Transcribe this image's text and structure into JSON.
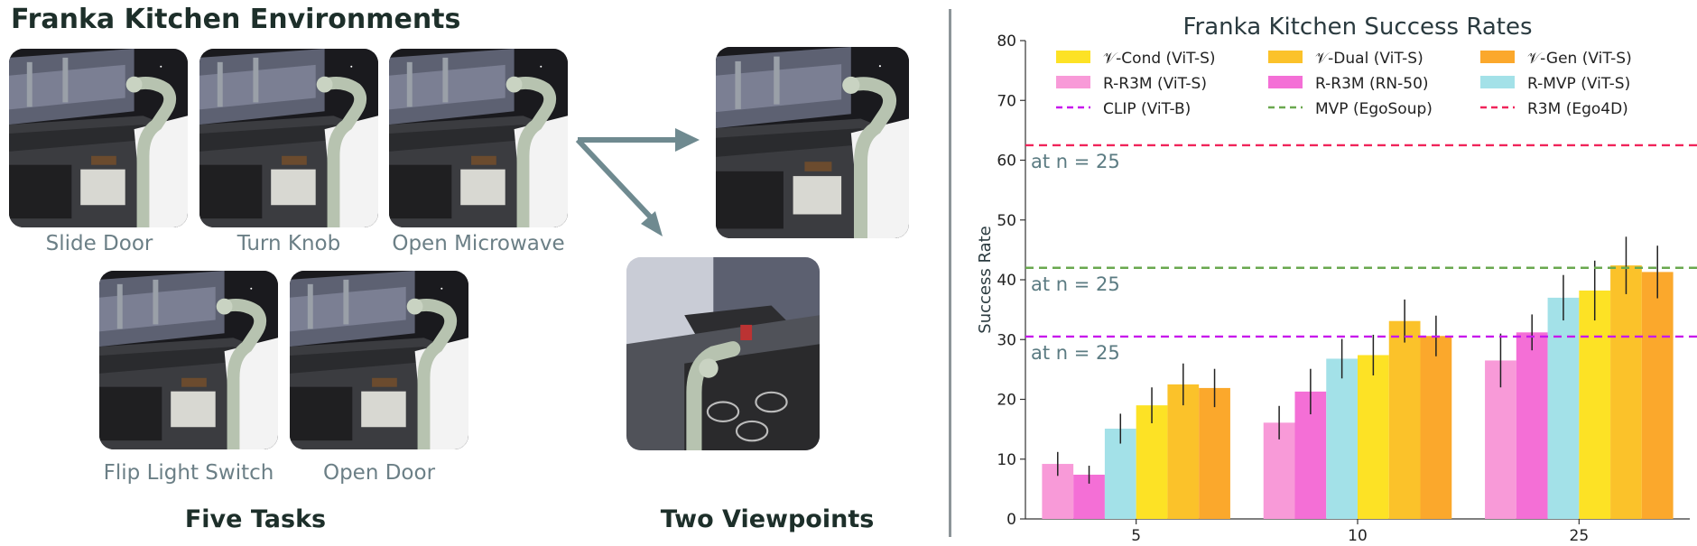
{
  "left_panel": {
    "title": "Franka Kitchen Environments",
    "tasks": [
      "Slide Door",
      "Turn Knob",
      "Open Microwave",
      "Flip Light Switch",
      "Open Door"
    ],
    "five_tasks_label": "Five Tasks",
    "two_viewpoints_label": "Two Viewpoints",
    "arrow_color": "#6f8a90",
    "label_color": "#6b7f86"
  },
  "chart_data": {
    "type": "bar",
    "title": "Franka Kitchen Success Rates",
    "xlabel": "",
    "ylabel": "Success Rate",
    "ylim": [
      0,
      80
    ],
    "yticks": [
      0,
      10,
      20,
      30,
      40,
      50,
      60,
      70,
      80
    ],
    "categories": [
      "5",
      "10",
      "25"
    ],
    "series": [
      {
        "name": "R-R3M (ViT-S)",
        "color": "#f89ad8",
        "values": [
          9.2,
          16.1,
          26.5
        ],
        "errors": [
          2.0,
          2.8,
          4.5
        ]
      },
      {
        "name": "R-R3M (RN-50)",
        "color": "#f46fd6",
        "values": [
          7.4,
          21.3,
          31.2
        ],
        "errors": [
          1.5,
          3.8,
          3.0
        ]
      },
      {
        "name": "R-MVP (ViT-S)",
        "color": "#a3e1e8",
        "values": [
          15.1,
          26.8,
          37.0
        ],
        "errors": [
          2.5,
          3.3,
          3.8
        ]
      },
      {
        "name": "𝒱-Cond (ViT-S)",
        "color": "#fde225",
        "values": [
          19.0,
          27.4,
          38.2
        ],
        "errors": [
          3.0,
          3.4,
          5.0
        ]
      },
      {
        "name": "𝒱-Dual (ViT-S)",
        "color": "#fbc22a",
        "values": [
          22.5,
          33.1,
          42.4
        ],
        "errors": [
          3.5,
          3.6,
          4.8
        ]
      },
      {
        "name": "𝒱-Gen (ViT-S)",
        "color": "#fba82c",
        "values": [
          21.9,
          30.6,
          41.3
        ],
        "errors": [
          3.2,
          3.4,
          4.4
        ]
      }
    ],
    "reference_lines": [
      {
        "name": "CLIP (ViT-B)",
        "color": "#c718ec",
        "value": 30.5,
        "annotation": "at n = 25"
      },
      {
        "name": "MVP (EgoSoup)",
        "color": "#6aa84f",
        "value": 42.0,
        "annotation": "at n = 25"
      },
      {
        "name": "R3M (Ego4D)",
        "color": "#f0245a",
        "value": 62.5,
        "annotation": "at n = 25"
      }
    ],
    "legend": [
      {
        "name": "𝒱-Cond (ViT-S)",
        "kind": "bar",
        "color": "#fde225"
      },
      {
        "name": "𝒱-Dual (ViT-S)",
        "kind": "bar",
        "color": "#fbc22a"
      },
      {
        "name": "𝒱-Gen (ViT-S)",
        "kind": "bar",
        "color": "#fba82c"
      },
      {
        "name": "R-R3M (ViT-S)",
        "kind": "bar",
        "color": "#f89ad8"
      },
      {
        "name": "R-R3M (RN-50)",
        "kind": "bar",
        "color": "#f46fd6"
      },
      {
        "name": "R-MVP (ViT-S)",
        "kind": "bar",
        "color": "#a3e1e8"
      },
      {
        "name": "CLIP (ViT-B)",
        "kind": "line",
        "color": "#c718ec"
      },
      {
        "name": "MVP (EgoSoup)",
        "kind": "line",
        "color": "#6aa84f"
      },
      {
        "name": "R3M (Ego4D)",
        "kind": "line",
        "color": "#f0245a"
      }
    ],
    "legend_placement": "top",
    "annotation_color": "#5b7b82",
    "grid": false
  }
}
